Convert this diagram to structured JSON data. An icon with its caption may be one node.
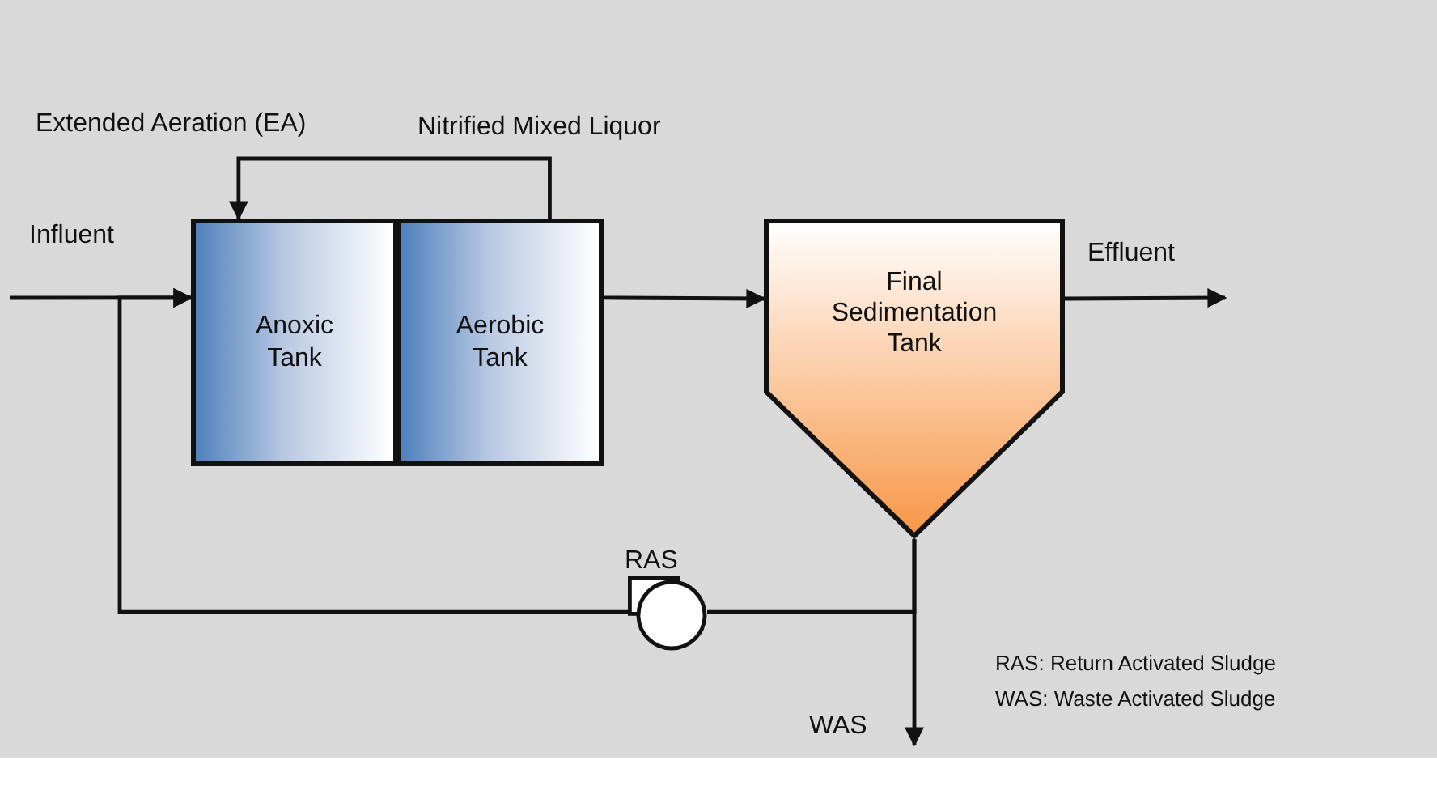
{
  "diagram": {
    "title": "Extended Aeration (EA)",
    "nodes": [
      {
        "text": [
          "Anoxic Tank"
        ]
      },
      {
        "text": [
          "Aerobic Tank"
        ]
      },
      {
        "text": [
          "Final Sedimentation Tank"
        ]
      },
      {
        "text": [],
        "shape": "pump",
        "beside": [
          "RAS"
        ]
      }
    ],
    "edges": [
      {
        "from": null,
        "to": 0,
        "arrow": "to",
        "label": "Influent"
      },
      {
        "from": 1,
        "to": 0,
        "arrow": "to",
        "label": "Nitrified Mixed Liquor"
      },
      {
        "from": 1,
        "to": 2,
        "arrow": "to"
      },
      {
        "from": 2,
        "to": null,
        "arrow": "to",
        "label": "Effluent"
      },
      {
        "from": 2,
        "to": 3,
        "arrow": "none"
      },
      {
        "from": 3,
        "to": 0,
        "arrow": "to"
      },
      {
        "from": 2,
        "to": null,
        "arrow": "to",
        "label": "WAS"
      }
    ],
    "labels": [
      "RAS: Return Activated Sludge",
      "WAS: Waste Activated Sludge"
    ]
  }
}
